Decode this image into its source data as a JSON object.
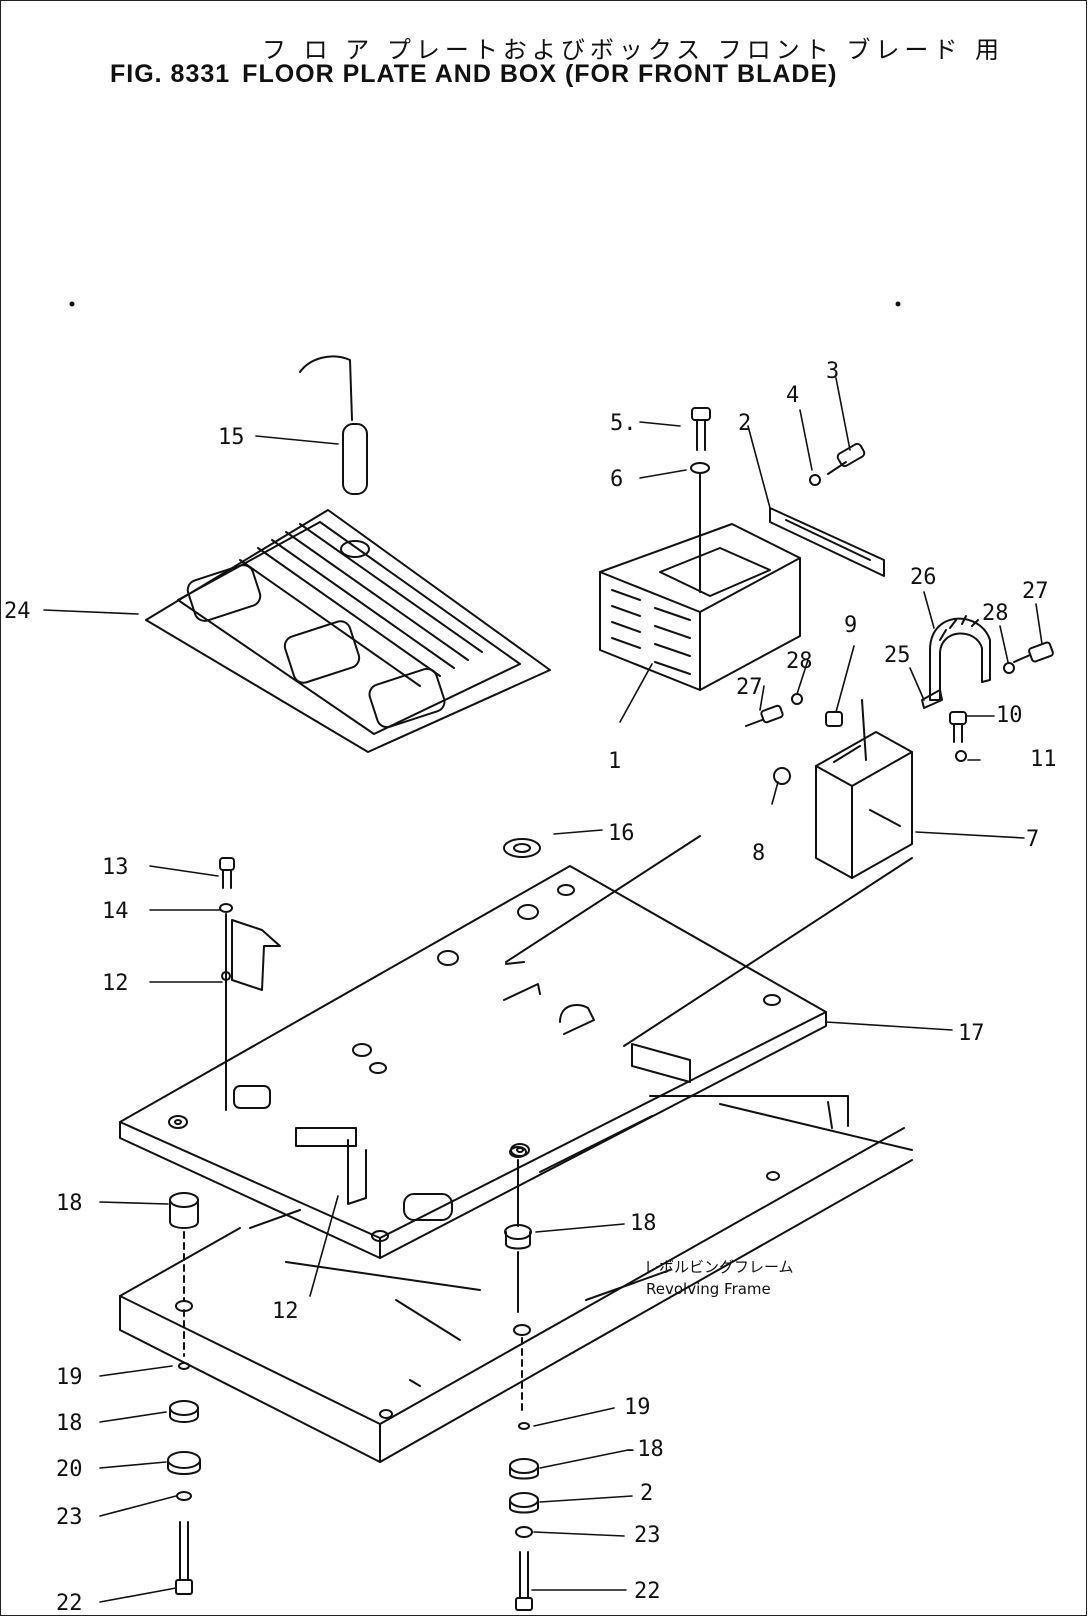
{
  "title": {
    "japanese": "フ ロ ア プレートおよびボックス フロント ブレード 用",
    "figure_number": "FIG. 8331",
    "english": "FLOOR PLATE AND BOX (FOR FRONT BLADE)"
  },
  "callouts": {
    "c1": "1",
    "c2": "2",
    "c3": "3",
    "c4": "4",
    "c5": "5.",
    "c6": "6",
    "c7": "7",
    "c8": "8",
    "c9": "9",
    "c10": "10",
    "c11": "11",
    "c12a": "12",
    "c12b": "12",
    "c13": "13",
    "c14": "14",
    "c15": "15",
    "c16": "16",
    "c17": "17",
    "c18a": "18",
    "c18b": "18",
    "c18c": "18",
    "c18d": "-18",
    "c19a": "19",
    "c19b": "19",
    "c20": "20",
    "c21": "2",
    "c22a": "22",
    "c22b": "22",
    "c23a": "23",
    "c23b": "23",
    "c24": "24",
    "c25": "25",
    "c26": "26",
    "c27a": "27",
    "c27b": "27",
    "c28a": "28",
    "c28b": "28"
  },
  "frame_label": {
    "japanese": "レボルビングフレーム",
    "english": "Revolving Frame"
  }
}
